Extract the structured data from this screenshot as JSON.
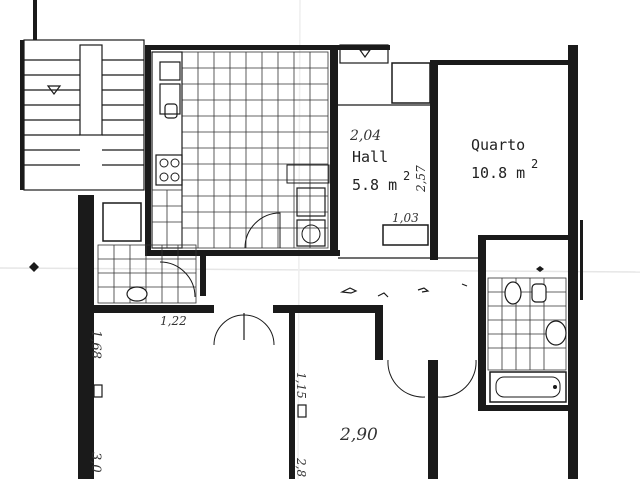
{
  "rooms": {
    "hall": {
      "name": "Hall",
      "area": "5.8 m",
      "area_exp": "2",
      "dim_top": "2,04",
      "dim_side": "2,57",
      "dim_bottom": "1,03"
    },
    "quarto": {
      "name": "Quarto",
      "area": "10.8 m",
      "area_exp": "2"
    },
    "lower_left": {
      "dim_top": "1,22",
      "dim_side": "1,68",
      "dim_bottom": "3,0"
    },
    "lower_middle": {
      "dim_center": "2,90",
      "dim_side": "1,15",
      "dim_bottom": "2,8"
    }
  },
  "colors": {
    "wall": "#1a1a1a",
    "paper": "#ffffff",
    "ink": "#222222"
  }
}
